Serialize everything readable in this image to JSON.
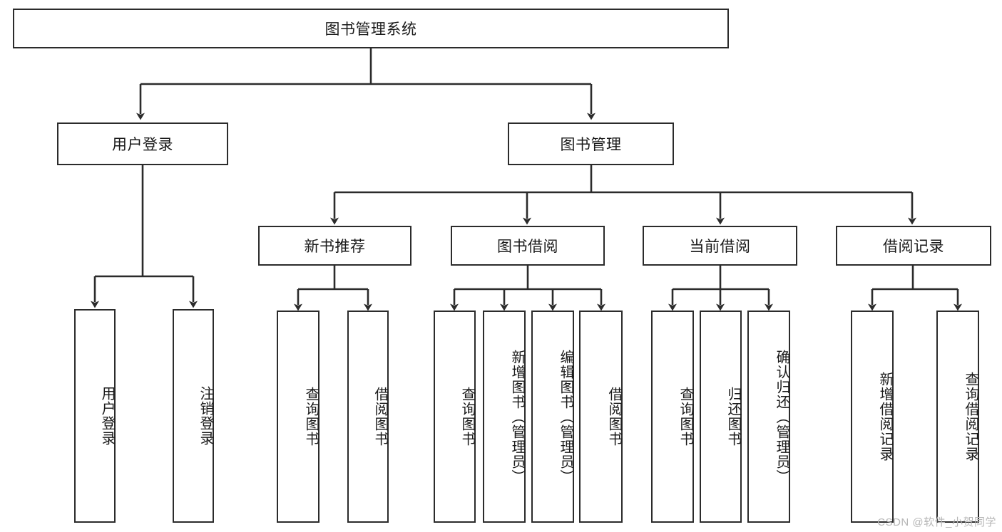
{
  "diagram": {
    "type": "tree-hierarchy",
    "title": "图书管理系统",
    "watermark": "CSDN @软件_小贺同学",
    "colors": {
      "stroke": "#2b2b2b",
      "fill": "#ffffff",
      "text": "#1a1a1a",
      "watermark": "#b6b6b6"
    },
    "levels": {
      "level1": [
        "图书管理系统"
      ],
      "level2": [
        "用户登录",
        "图书管理"
      ],
      "level3": [
        "新书推荐",
        "图书借阅",
        "当前借阅",
        "借阅记录"
      ],
      "level4": [
        "用户登录",
        "注销登录",
        "查询图书",
        "借阅图书",
        "查询图书",
        "新增图书（管理员）",
        "编辑图书（管理员）",
        "借阅图书",
        "查询图书",
        "归还图书",
        "确认归还（管理员）",
        "新增借阅记录",
        "查询借阅记录"
      ]
    },
    "nodes": {
      "root": {
        "label": "图书管理系统"
      },
      "user_login": {
        "label": "用户登录"
      },
      "book_manage": {
        "label": "图书管理"
      },
      "new_book_rec": {
        "label": "新书推荐"
      },
      "book_borrow": {
        "label": "图书借阅"
      },
      "current_borrow": {
        "label": "当前借阅"
      },
      "borrow_record": {
        "label": "借阅记录"
      },
      "leaf_user_login": {
        "label": "用户登录"
      },
      "leaf_user_logout": {
        "label": "注销登录"
      },
      "leaf_nbr_query": {
        "label": "查询图书"
      },
      "leaf_nbr_borrow": {
        "label": "借阅图书"
      },
      "leaf_bb_query": {
        "label": "查询图书"
      },
      "leaf_bb_add": {
        "label": "新增图书（管理员）"
      },
      "leaf_bb_edit": {
        "label": "编辑图书（管理员）"
      },
      "leaf_bb_borrow": {
        "label": "借阅图书"
      },
      "leaf_cb_query": {
        "label": "查询图书"
      },
      "leaf_cb_return": {
        "label": "归还图书"
      },
      "leaf_cb_confirm": {
        "label": "确认归还（管理员）"
      },
      "leaf_br_add": {
        "label": "新增借阅记录"
      },
      "leaf_br_query": {
        "label": "查询借阅记录"
      }
    }
  }
}
